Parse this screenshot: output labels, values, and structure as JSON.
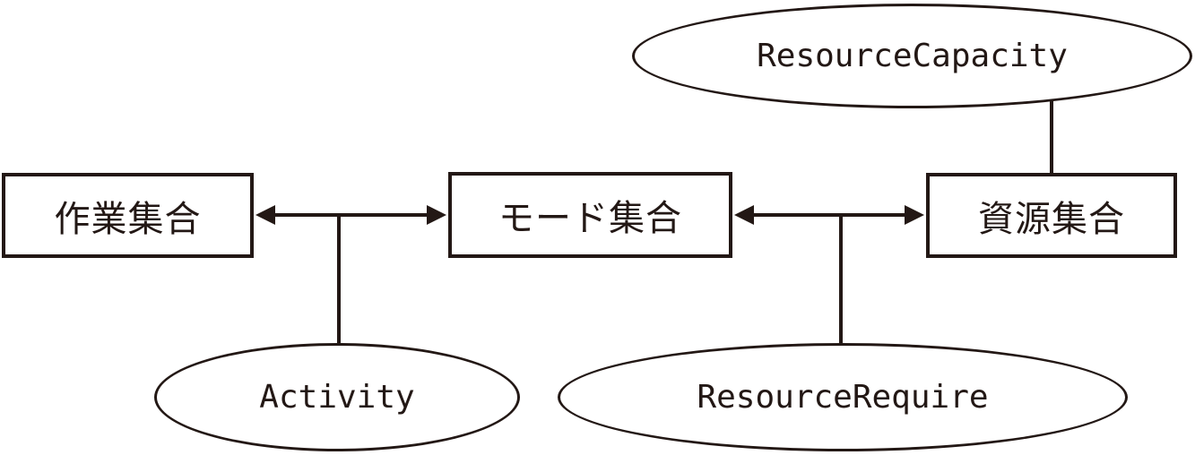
{
  "diagram": {
    "boxes": [
      {
        "id": "work-set",
        "label": "作業集合"
      },
      {
        "id": "mode-set",
        "label": "モード集合"
      },
      {
        "id": "resource-set",
        "label": "資源集合"
      }
    ],
    "ellipses": [
      {
        "id": "resource-capacity",
        "label": "ResourceCapacity"
      },
      {
        "id": "activity",
        "label": "Activity"
      },
      {
        "id": "resource-require",
        "label": "ResourceRequire"
      }
    ],
    "connectors": [
      {
        "from": "work-set",
        "to": "mode-set",
        "style": "double-arrow",
        "branch_to": "activity"
      },
      {
        "from": "mode-set",
        "to": "resource-set",
        "style": "double-arrow",
        "branch_to": "resource-require"
      },
      {
        "from": "resource-capacity",
        "to": "resource-set",
        "style": "plain-line"
      }
    ],
    "colors": {
      "stroke": "#231815",
      "background": "#ffffff"
    }
  }
}
